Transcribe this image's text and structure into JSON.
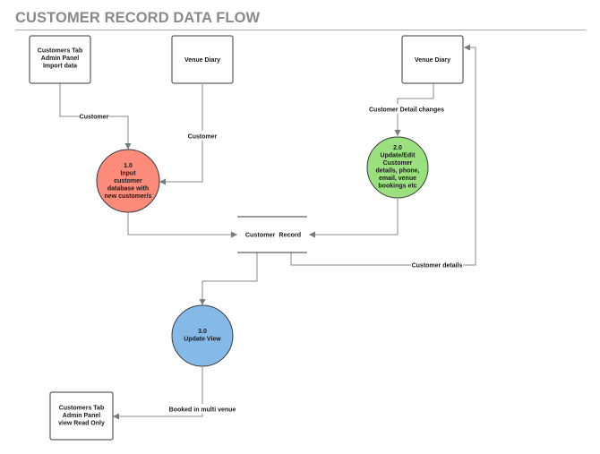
{
  "title": "CUSTOMER RECORD DATA FLOW",
  "entities": {
    "customers_tab_import": [
      "Customers Tab",
      "Admin Panel",
      "Import data"
    ],
    "venue_diary_1": [
      "Venue Diary"
    ],
    "venue_diary_2": [
      "Venue Diary"
    ],
    "customers_tab_view": [
      "Customers Tab",
      "Admin Panel",
      "view Read Only"
    ]
  },
  "processes": {
    "p1": [
      "1.0",
      "Input",
      "customer",
      "database with",
      "new customer/s"
    ],
    "p2": [
      "2.0",
      "Update/Edit",
      "Customer",
      "details, phone,",
      "email, venue",
      "bookings etc"
    ],
    "p3": [
      "3.0",
      "Update View"
    ]
  },
  "data_store": "Customer  Record",
  "flows": {
    "customer_1": "Customer",
    "customer_2": "Customer",
    "customer_detail_changes": "Customer Detail changes",
    "customer_details": "Customer details",
    "booked_in_multi_venue": "Booked in multi venue"
  },
  "colors": {
    "p1_fill": "#fc8b7c",
    "p2_fill": "#9be07f",
    "p3_fill": "#84b9e8",
    "stroke": "#3a3a3a",
    "connector": "#8a8a8a"
  }
}
